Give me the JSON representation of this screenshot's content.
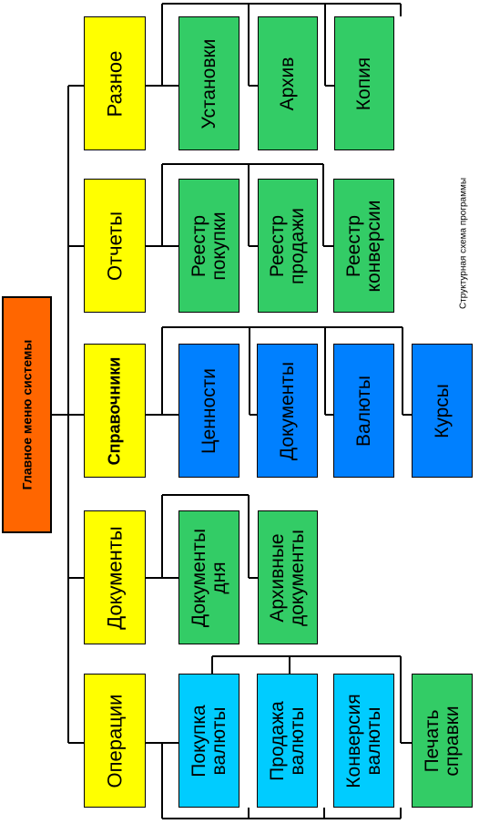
{
  "caption": "Структурная схема программы",
  "root": {
    "label": "Главное меню системы"
  },
  "branches": [
    {
      "label": "Разное",
      "children": [
        "Установки",
        "Архив",
        "Копия"
      ]
    },
    {
      "label": "Отчеты",
      "children": [
        "Реестр\nпокупки",
        "Реестр\nпродажи",
        "Реестр\nконверсии"
      ]
    },
    {
      "label": "Справочники",
      "children": [
        "Ценности",
        "Документы",
        "Валюты",
        "Курсы"
      ]
    },
    {
      "label": "Документы",
      "children": [
        "Документы\nдня",
        "Архивные\nдокументы"
      ]
    },
    {
      "label": "Операции",
      "children": [
        "Покупка\nвалюты",
        "Продажа\nвалюты",
        "Конверсия\nвалюты",
        "Печать\nсправки"
      ]
    }
  ],
  "colors": {
    "yellow": "#ffff00",
    "green": "#33cc66",
    "blue": "#0080ff",
    "cyan": "#00ccff",
    "orange": "#ff6600"
  }
}
